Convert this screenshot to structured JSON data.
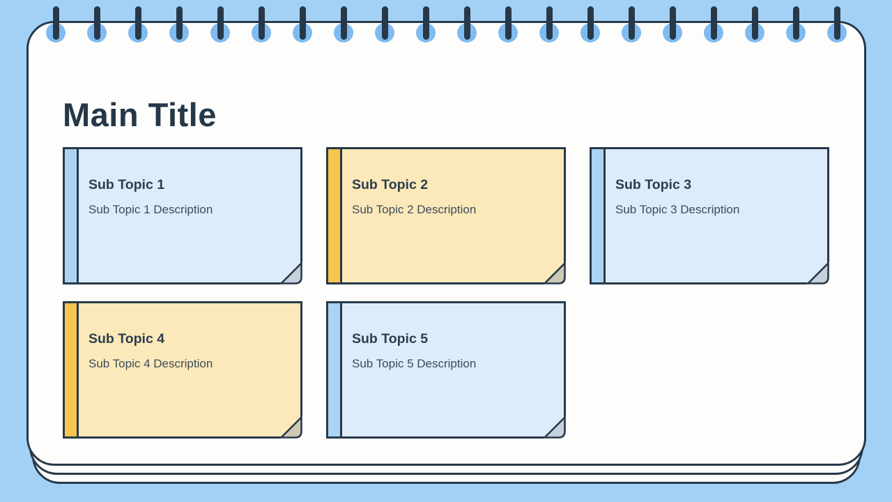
{
  "page_title": "Main Title",
  "cards": [
    {
      "title": "Sub Topic 1",
      "description": "Sub Topic 1 Description",
      "theme": "blue"
    },
    {
      "title": "Sub Topic 2",
      "description": "Sub Topic 2 Description",
      "theme": "yellow"
    },
    {
      "title": "Sub Topic 3",
      "description": "Sub Topic 3 Description",
      "theme": "blue"
    },
    {
      "title": "Sub Topic 4",
      "description": "Sub Topic 4 Description",
      "theme": "yellow"
    },
    {
      "title": "Sub Topic 5",
      "description": "Sub Topic 5 Description",
      "theme": "blue"
    }
  ],
  "decorations": {
    "spiral_pin_count": 20
  },
  "colors": {
    "background": "#a3d1f5",
    "page": "#fdfdfc",
    "navy_outline": "#273949",
    "binding_hole": "#7fbbf0",
    "main_title_text": "#263747",
    "card_title_text": "#2d3e50",
    "card_description_text": "#3a4b5d",
    "blue_card_body": "#ddecfa",
    "blue_card_stripe": "#abd4f4",
    "blue_card_fold": "#c7d1dd",
    "yellow_card_body": "#fce9b9",
    "yellow_card_stripe": "#f5c54e",
    "yellow_card_fold": "#cdc9b2"
  }
}
